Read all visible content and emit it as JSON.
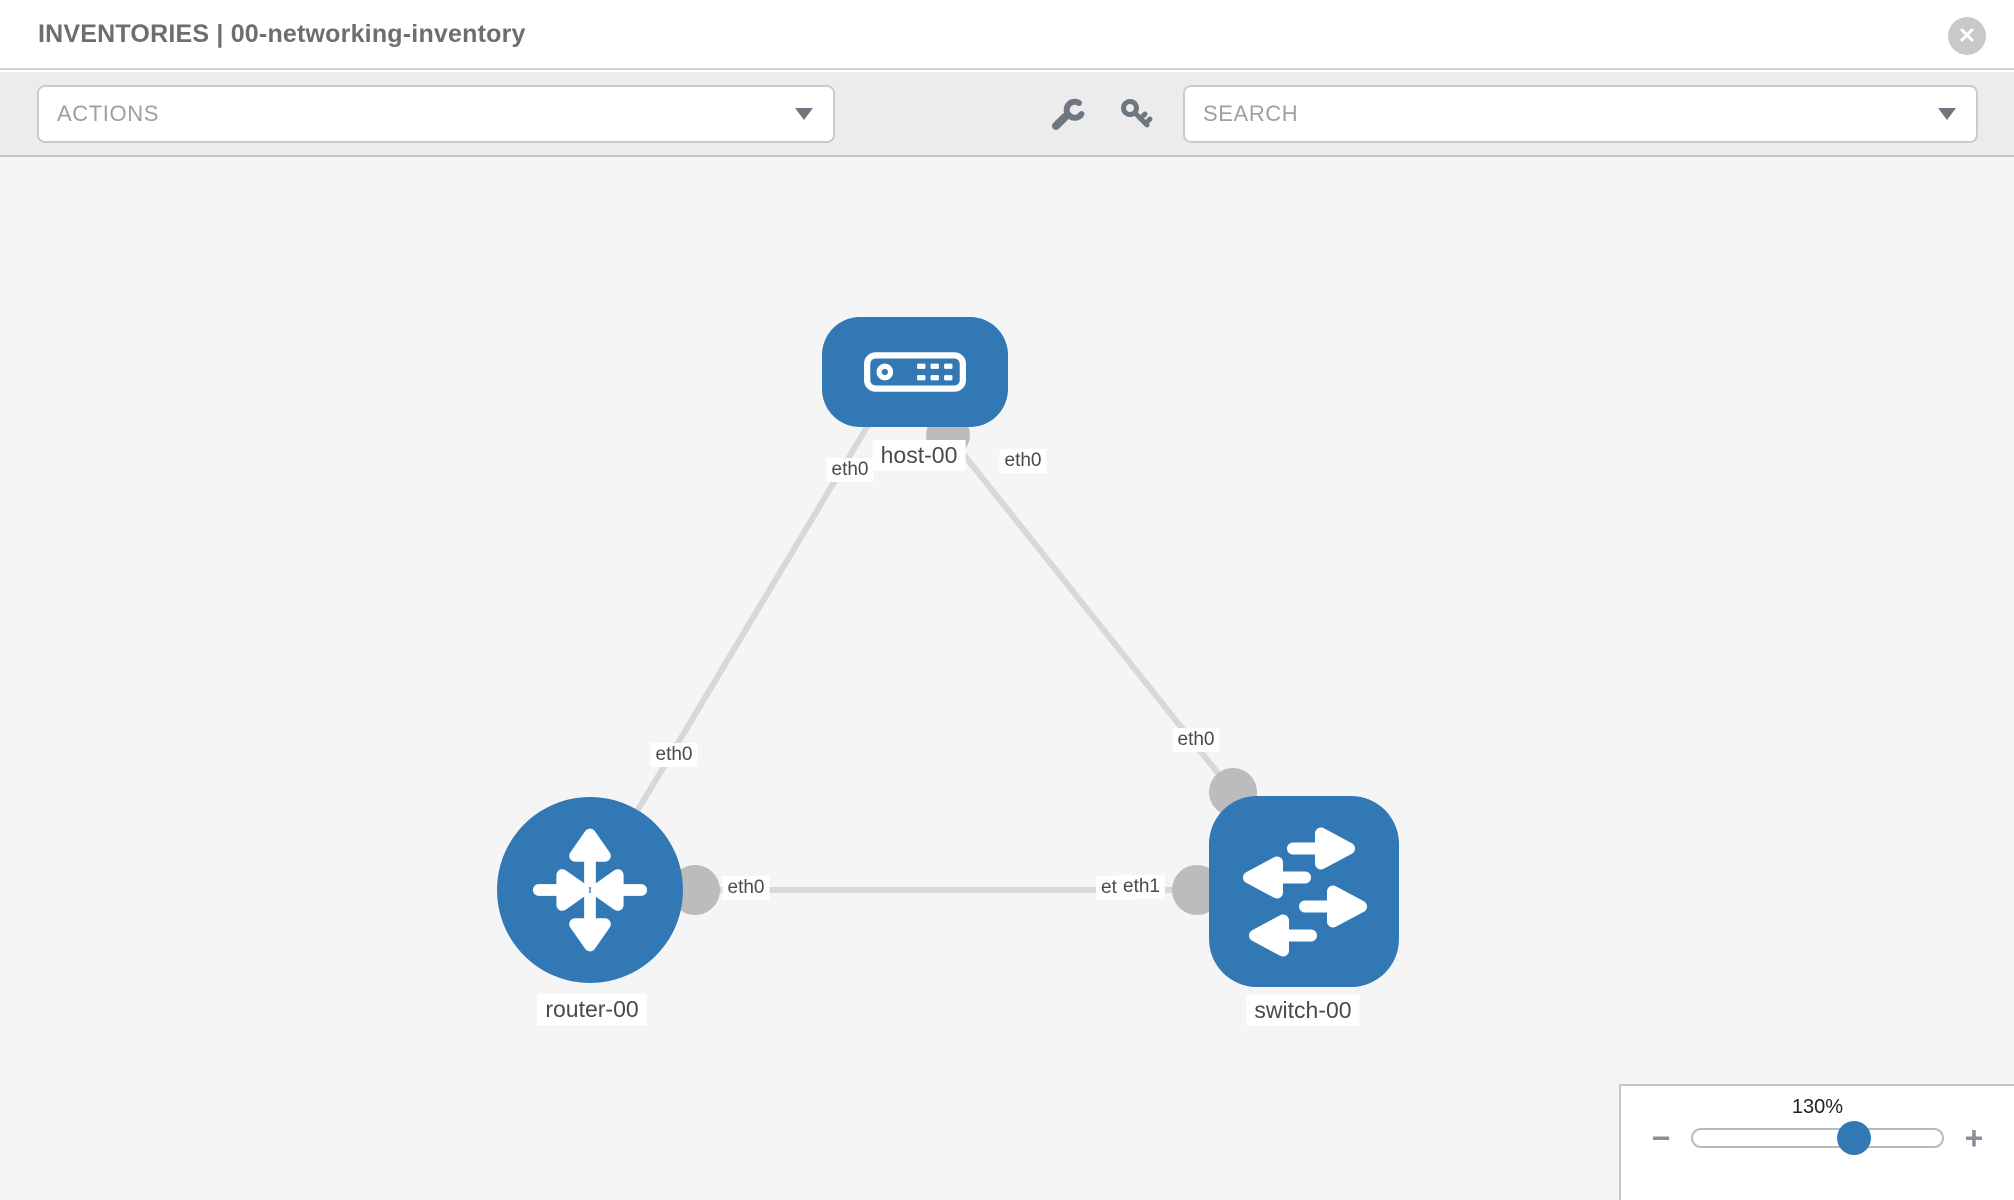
{
  "header": {
    "title": "INVENTORIES | 00-networking-inventory",
    "close_glyph": "✕"
  },
  "toolbar": {
    "actions_label": "ACTIONS",
    "search_placeholder": "SEARCH",
    "icons": [
      "wrench-icon",
      "key-icon"
    ]
  },
  "topology": {
    "nodes": [
      {
        "id": "host-00",
        "type": "host",
        "label": "host-00"
      },
      {
        "id": "router-00",
        "type": "router",
        "label": "router-00"
      },
      {
        "id": "switch-00",
        "type": "switch",
        "label": "switch-00"
      }
    ],
    "links": [
      {
        "from": "host-00",
        "to": "router-00",
        "from_if": "eth0",
        "to_if": "eth0"
      },
      {
        "from": "host-00",
        "to": "switch-00",
        "from_if": "eth0",
        "to_if": "eth0"
      },
      {
        "from": "router-00",
        "to": "switch-00",
        "from_if": "eth0",
        "to_if": "eth1",
        "to_if_under": "eth"
      }
    ],
    "colors": {
      "node_blue": "#3178b5",
      "link_gray": "#d8d8d8",
      "interface_gray": "#bcbcbc",
      "canvas_bg": "#f5f5f5"
    }
  },
  "zoom_control": {
    "level": "130%",
    "percent": 64.8,
    "minus_glyph": "−",
    "plus_glyph": "+"
  }
}
